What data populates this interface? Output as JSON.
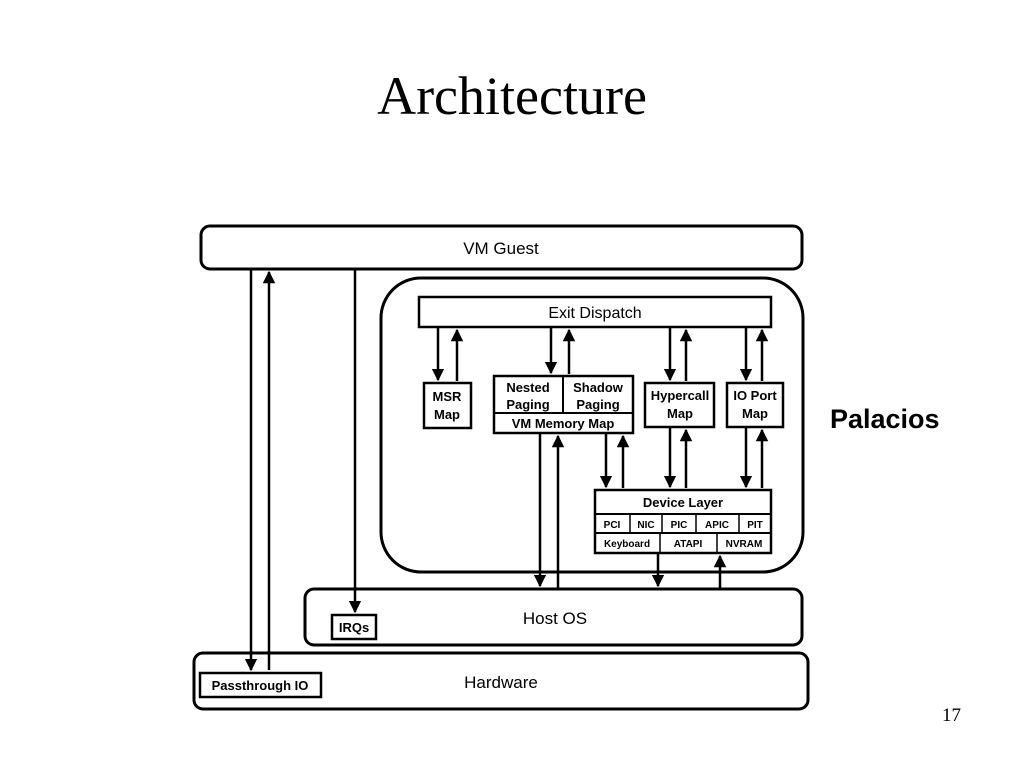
{
  "slide": {
    "title": "Architecture",
    "page_number": "17",
    "side_label": "Palacios"
  },
  "diagram": {
    "vm_guest": "VM Guest",
    "exit_dispatch": "Exit Dispatch",
    "msr_map": [
      "MSR",
      "Map"
    ],
    "nested_paging": [
      "Nested",
      "Paging"
    ],
    "shadow_paging": [
      "Shadow",
      "Paging"
    ],
    "vm_memory_map": "VM Memory Map",
    "hypercall_map": [
      "Hypercall",
      "Map"
    ],
    "io_port_map": [
      "IO Port",
      "Map"
    ],
    "device_layer": {
      "title": "Device Layer",
      "row1": [
        "PCI",
        "NIC",
        "PIC",
        "APIC",
        "PIT"
      ],
      "row2": [
        "Keyboard",
        "ATAPI",
        "NVRAM"
      ]
    },
    "host_os": "Host OS",
    "irqs": "IRQs",
    "hardware": "Hardware",
    "passthrough_io": "Passthrough IO"
  }
}
